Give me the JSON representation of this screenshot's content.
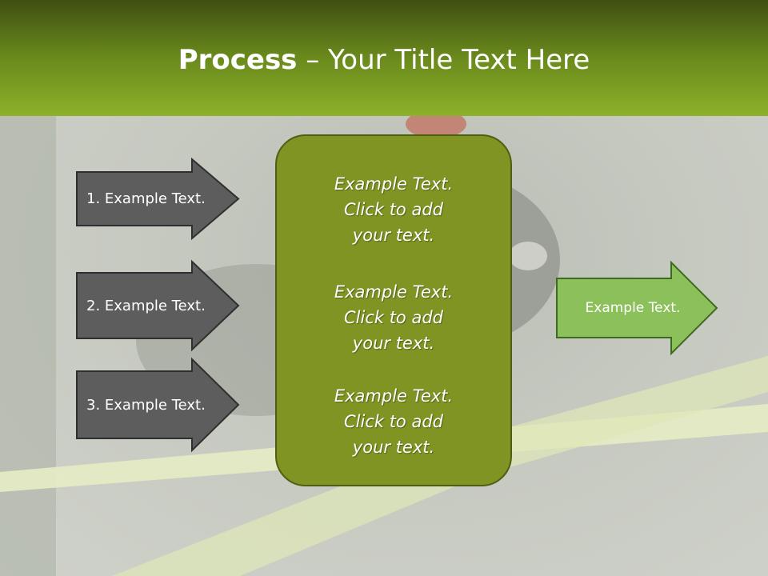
{
  "title": {
    "bold": "Process",
    "rest": " – Your Title Text Here"
  },
  "inputs": [
    {
      "label": "1. Example Text."
    },
    {
      "label": "2. Example Text."
    },
    {
      "label": "3. Example Text."
    }
  ],
  "center": [
    {
      "line1": "Example Text.",
      "line2": "Click  to add",
      "line3": "your text."
    },
    {
      "line1": "Example Text.",
      "line2": "Click  to add",
      "line3": "your text."
    },
    {
      "line1": "Example Text.",
      "line2": "Click  to add",
      "line3": "your text."
    }
  ],
  "output": {
    "label": "Example Text."
  },
  "colors": {
    "header_top": "#3f4f12",
    "header_bottom": "#8db12a",
    "input_arrow_fill": "#5d5d5d",
    "center_fill": "#7f9422",
    "output_arrow_fill": "#8cc05a"
  }
}
